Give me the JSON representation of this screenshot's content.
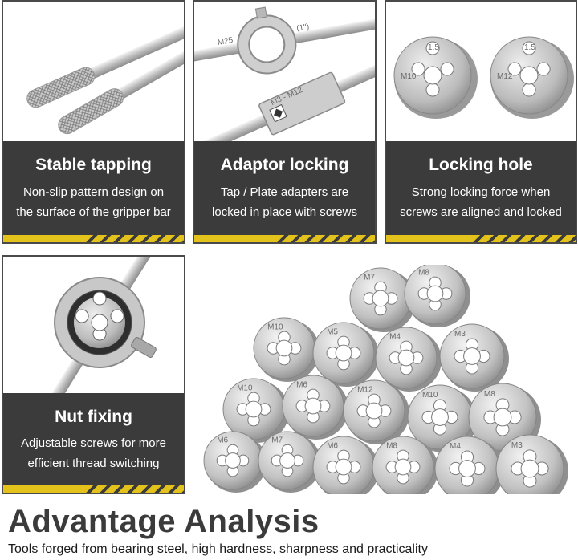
{
  "panels": [
    {
      "title": "Stable tapping",
      "lines": [
        "Non-slip pattern design on",
        "the surface of the gripper bar"
      ]
    },
    {
      "title": "Adaptor locking",
      "lines": [
        "Tap / Plate adapters are",
        "locked in place with screws"
      ]
    },
    {
      "title": "Locking hole",
      "lines": [
        "Strong locking force when",
        "screws are aligned and locked"
      ]
    },
    {
      "title": "Nut fixing",
      "lines": [
        "Adjustable screws for more",
        "efficient thread switching"
      ]
    }
  ],
  "photo_text": {
    "wrench_m25": "M25",
    "wrench_inch": "(1\")",
    "wrench_size_range": "M3 - M12",
    "die_left_size": "M10",
    "die_left_pitch": "1.5",
    "die_right_size": "M12",
    "die_right_pitch": "1.5"
  },
  "die_labels": [
    "M7",
    "M8",
    "M10",
    "M5",
    "M4",
    "M3",
    "M10",
    "M6",
    "M12",
    "M10",
    "M8",
    "M6",
    "M7",
    "M6",
    "M8",
    "M4",
    "M3"
  ],
  "heading": "Advantage Analysis",
  "tagline": "Tools forged from bearing steel, high hardness, sharpness and practicality",
  "colors": {
    "caption_bg": "#3b3b3b",
    "accent_stripe": "#e3c21b",
    "heading": "#3b3b3b"
  }
}
